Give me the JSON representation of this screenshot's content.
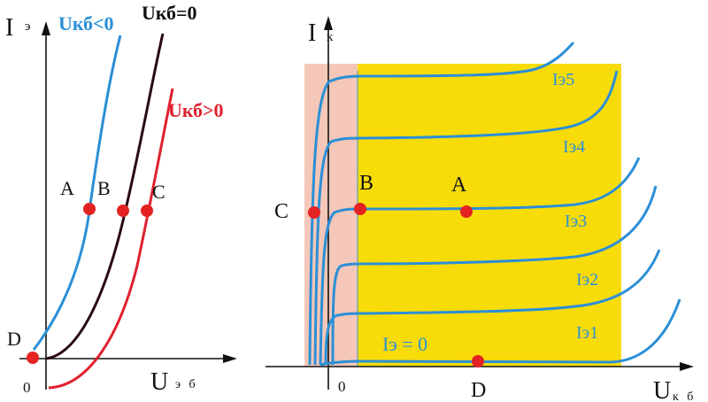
{
  "left": {
    "y_axis_label": "I",
    "y_axis_sub": "э",
    "x_axis_label": "U",
    "x_axis_sub": "э б",
    "origin_label": "0",
    "curves": {
      "neg": "Uкб<0",
      "zero": "Uкб=0",
      "pos": "Uкб>0"
    },
    "points": {
      "A": "A",
      "B": "B",
      "C": "C",
      "D": "D"
    }
  },
  "right": {
    "y_axis_label": "I",
    "y_axis_sub": "к",
    "x_axis_label": "U",
    "x_axis_sub": "к б",
    "origin_label": "0",
    "curve_labels": [
      "Iэ5",
      "Iэ4",
      "Iэ3",
      "Iэ2",
      "Iэ1",
      "Iэ = 0"
    ],
    "points": {
      "A": "A",
      "B": "B",
      "C": "C",
      "D": "D"
    }
  },
  "colors": {
    "blue": "#2b8fd6",
    "black": "#2a0a14",
    "red": "#e0202e",
    "marker": "#e32222",
    "saturation_region": "#f4c7b9",
    "active_region": "#f8dc0a",
    "text": "#111111"
  }
}
